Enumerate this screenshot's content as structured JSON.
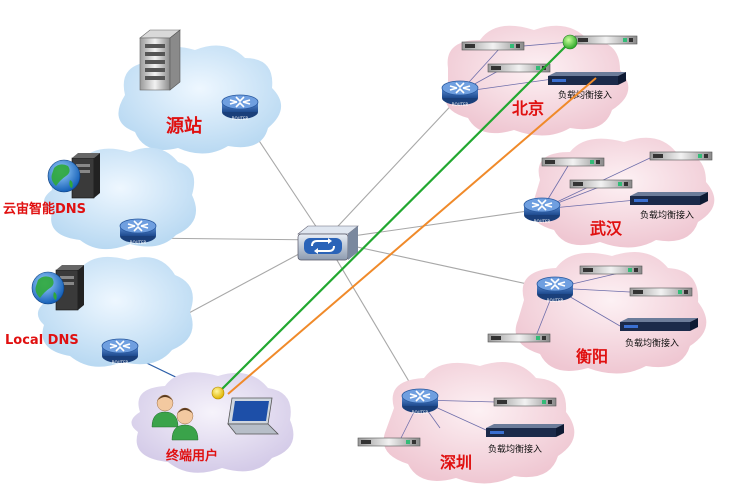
{
  "labels": {
    "source": "源站",
    "cloud_dns": "云宙智能DNS",
    "local_dns": "Local DNS",
    "end_user": "终端用户",
    "beijing": "北京",
    "wuhan": "武汉",
    "hengyang": "衡阳",
    "shenzhen": "深圳",
    "lb": "负载均衡接入",
    "router": "ROUTER"
  },
  "colors": {
    "cloud_blue": "#cfe6f7",
    "cloud_pink": "#f3d6de",
    "cloud_purple": "#e2dcf0",
    "green_path": "#22a830",
    "orange_path": "#f08a2a",
    "label_red": "#e01010",
    "router_blue": "#2b5ea8"
  }
}
